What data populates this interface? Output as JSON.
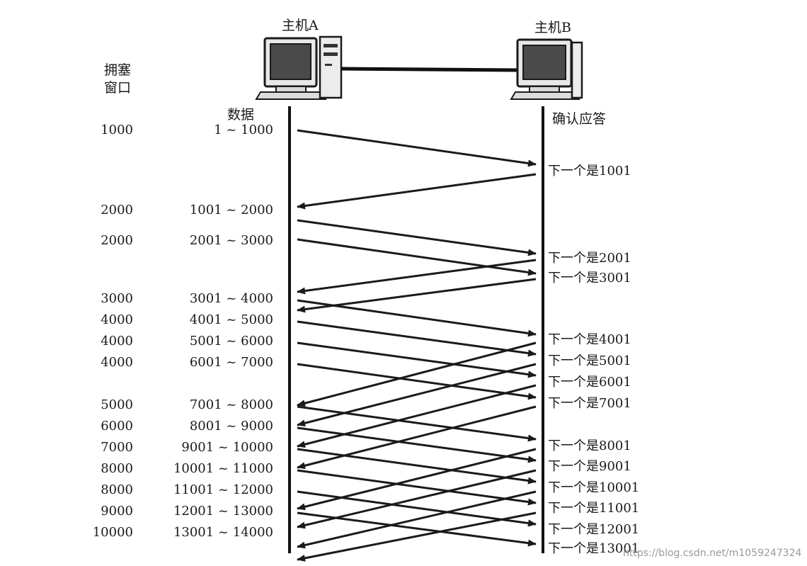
{
  "hosts": {
    "a": "主机A",
    "b": "主机B"
  },
  "headers": {
    "window_line1": "拥塞",
    "window_line2": "窗口",
    "data": "数据",
    "ack": "确认应答"
  },
  "windows": [
    "1000",
    "2000",
    "2000",
    "3000",
    "4000",
    "4000",
    "4000",
    "5000",
    "6000",
    "7000",
    "8000",
    "8000",
    "9000",
    "10000"
  ],
  "segments": [
    "1 ~ 1000",
    "1001 ~ 2000",
    "2001 ~ 3000",
    "3001 ~ 4000",
    "4001 ~ 5000",
    "5001 ~ 6000",
    "6001 ~ 7000",
    "7001 ~ 8000",
    "8001 ~ 9000",
    "9001 ~ 10000",
    "10001 ~ 11000",
    "11001 ~ 12000",
    "12001 ~ 13000",
    "13001 ~ 14000"
  ],
  "acks": [
    "下一个是1001",
    "下一个是2001",
    "下一个是3001",
    "下一个是4001",
    "下一个是5001",
    "下一个是6001",
    "下一个是7001",
    "下一个是8001",
    "下一个是9001",
    "下一个是10001",
    "下一个是11001",
    "下一个是12001",
    "下一个是13001"
  ],
  "watermark": "https://blog.csdn.net/m1059247324"
}
